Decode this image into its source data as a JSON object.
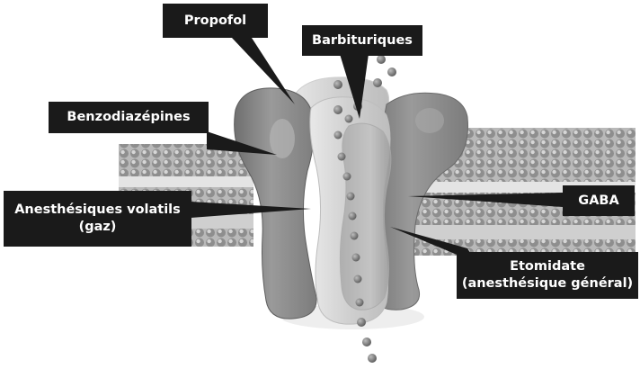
{
  "labels": {
    "propofol": "Propofol",
    "barbituriques": "Barbituriques",
    "benzodiazepines": "Benzodiazépines",
    "volatils": {
      "line1": "Anesthésiques volatils",
      "line2": "(gaz)"
    },
    "gaba": "GABA",
    "etomidate": {
      "line1": "Etomidate",
      "line2": "(anesthésique général)"
    }
  },
  "colors": {
    "label_background": "#1a1a1a",
    "label_text": "#ffffff",
    "leader_line": "#1a1a1a",
    "receptor_dark": "#7a7a7a",
    "receptor_light": "#d8d8d8",
    "membrane": "#9a9a9a",
    "ion": "#6e6e6e"
  }
}
